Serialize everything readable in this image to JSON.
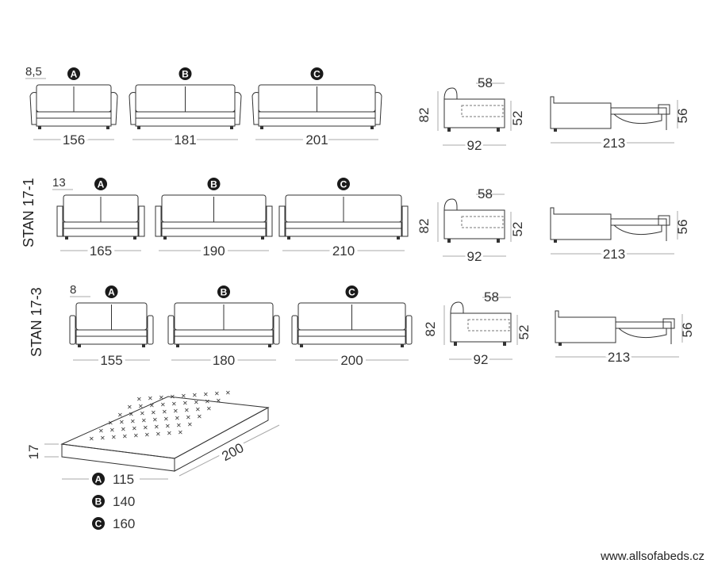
{
  "rows": [
    {
      "label": "",
      "arm_dim": "8,5",
      "sofas": [
        {
          "badge": "A",
          "width": "156"
        },
        {
          "badge": "B",
          "width": "181"
        },
        {
          "badge": "C",
          "width": "201"
        }
      ],
      "side": {
        "depth_top": "58",
        "height": "82",
        "seat": "52",
        "depth": "92"
      },
      "bed": {
        "length": "213",
        "height": "56"
      }
    },
    {
      "label": "STAN 17-1",
      "arm_dim": "13",
      "sofas": [
        {
          "badge": "A",
          "width": "165"
        },
        {
          "badge": "B",
          "width": "190"
        },
        {
          "badge": "C",
          "width": "210"
        }
      ],
      "side": {
        "depth_top": "58",
        "height": "82",
        "seat": "52",
        "depth": "92"
      },
      "bed": {
        "length": "213",
        "height": "56"
      }
    },
    {
      "label": "STAN 17-3",
      "arm_dim": "8",
      "sofas": [
        {
          "badge": "A",
          "width": "155"
        },
        {
          "badge": "B",
          "width": "180"
        },
        {
          "badge": "C",
          "width": "200"
        }
      ],
      "side": {
        "depth_top": "58",
        "height": "82",
        "seat": "52",
        "depth": "92"
      },
      "bed": {
        "length": "213",
        "height": "56"
      }
    }
  ],
  "mattress": {
    "thickness": "17",
    "length": "200",
    "widths": [
      {
        "badge": "A",
        "value": "115"
      },
      {
        "badge": "B",
        "value": "140"
      },
      {
        "badge": "C",
        "value": "160"
      }
    ]
  },
  "website": "www.allsofabeds.cz",
  "colors": {
    "ink": "#333333",
    "badge": "#1a1a1a",
    "dim_line": "#aaaaaa"
  }
}
